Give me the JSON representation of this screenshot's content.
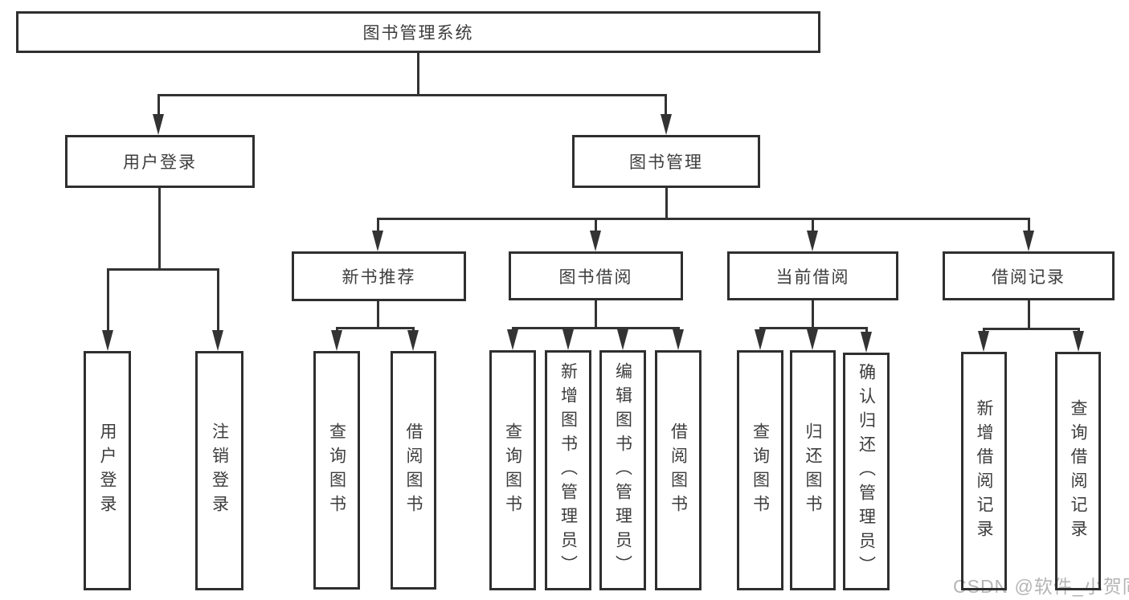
{
  "diagram_title": "图书管理系统",
  "nodes": {
    "root": "图书管理系统",
    "user_login": "用户登录",
    "book_mgmt": "图书管理",
    "new_book_rec": "新书推荐",
    "book_borrow": "图书借阅",
    "current_borrow": "当前借阅",
    "borrow_record": "借阅记录",
    "ul_login": "用户登录",
    "ul_logout": "注销登录",
    "nb_query": "查询图书",
    "nb_borrow": "借阅图书",
    "bb_query": "查询图书",
    "bb_add": "新增图书（管理员）",
    "bb_edit": "编辑图书（管理员）",
    "bb_borrow": "借阅图书",
    "cb_query": "查询图书",
    "cb_return": "归还图书",
    "cb_confirm": "确认归还（管理员）",
    "br_add": "新增借阅记录",
    "br_query": "查询借阅记录"
  },
  "hierarchy": {
    "root": "图书管理系统",
    "children": [
      {
        "label": "用户登录",
        "children": [
          "用户登录",
          "注销登录"
        ]
      },
      {
        "label": "图书管理",
        "children": [
          {
            "label": "新书推荐",
            "children": [
              "查询图书",
              "借阅图书"
            ]
          },
          {
            "label": "图书借阅",
            "children": [
              "查询图书",
              "新增图书（管理员）",
              "编辑图书（管理员）",
              "借阅图书"
            ]
          },
          {
            "label": "当前借阅",
            "children": [
              "查询图书",
              "归还图书",
              "确认归还（管理员）"
            ]
          },
          {
            "label": "借阅记录",
            "children": [
              "新增借阅记录",
              "查询借阅记录"
            ]
          }
        ]
      }
    ]
  },
  "watermark": "CSDN @软件_小贺同学",
  "colors": {
    "line": "#333333",
    "box_border": "#2f2f2f",
    "text": "#3d3d3d",
    "watermark": "#b5b5b5",
    "background": "#ffffff"
  }
}
